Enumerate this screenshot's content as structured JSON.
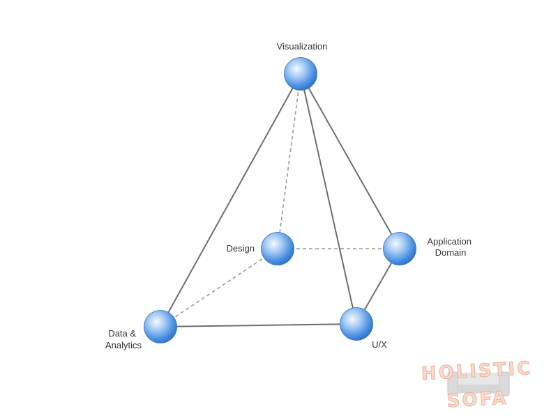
{
  "diagram": {
    "nodes": {
      "visualization": {
        "label": "Visualization"
      },
      "design": {
        "label": "Design"
      },
      "application": {
        "label_lines": [
          "Application",
          "Domain"
        ]
      },
      "data": {
        "label_lines": [
          "Data &",
          "Analytics"
        ]
      },
      "ux": {
        "label": "U/X"
      }
    },
    "edge_color": "#6e6e6e",
    "hidden_edge_color": "#9a9a9a",
    "sphere_color": "#4a90e2",
    "sphere_highlight": "#eef5ff"
  },
  "logo": {
    "line1": "HOLISTIC",
    "line2": "SOFA"
  }
}
